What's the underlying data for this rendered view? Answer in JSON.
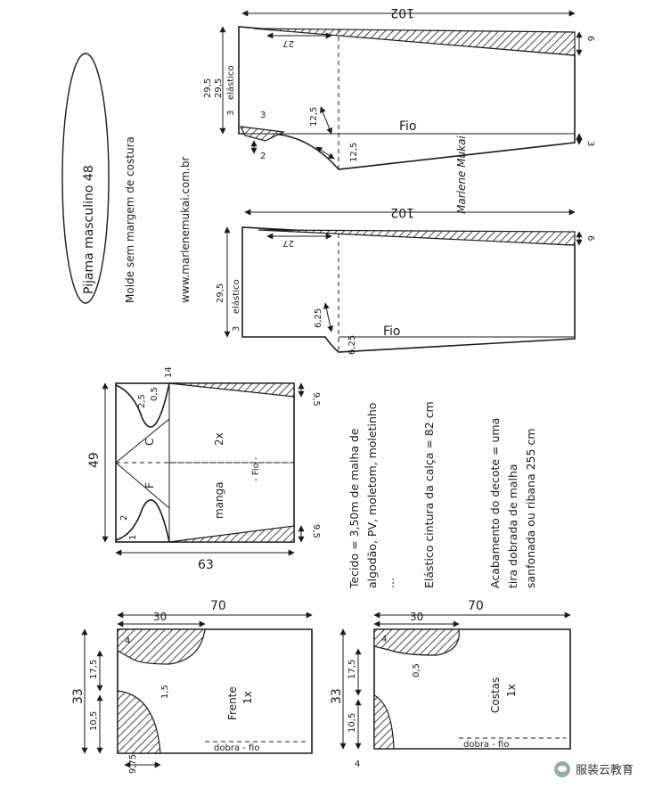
{
  "title": {
    "name": "Pijama masculino 48",
    "subtitle": "Molde sem margem de costura",
    "site": "www.marlenemukai.com.br"
  },
  "pants_front": {
    "width": "102",
    "right_edge": "6",
    "waist_rise": "27",
    "elastic_top": "29,5",
    "elastic_mid": "29,5",
    "elastic_label": "elástico",
    "elastic_small": "3",
    "value_3_left": "3",
    "value_2": "2",
    "crotch_depth": "12,5",
    "crotch_lower": "12,5",
    "grain": "Fio",
    "right_hem": "3"
  },
  "pants_back": {
    "width": "102",
    "right_edge": "6",
    "waist_rise": "27",
    "elastic_top": "29,5",
    "elastic_label": "elástico",
    "elastic_small": "3",
    "crotch_depth": "6,25",
    "crotch_lower": "6,25",
    "grain": "Fio"
  },
  "sleeve": {
    "height": "49",
    "width": "63",
    "top_right": "14",
    "side_right_top": "9,5",
    "side_right_bottom": "9,5",
    "cap_1": "2,5",
    "cap_2": "0,5",
    "cap_3": "2",
    "back_marker": "C",
    "front_marker": "F",
    "count": "2x",
    "grain": "- Fio -",
    "label": "manga",
    "corner": "1"
  },
  "front": {
    "length": "70",
    "shoulder": "30",
    "width": "33",
    "neck_w": "17,5",
    "neck_d": "10,5",
    "bottom": "9,75",
    "shoulder_drop": "4",
    "armhole_mark": "1,5",
    "label": "Frente",
    "count": "1x",
    "fold": "dobra - fio"
  },
  "back": {
    "length": "70",
    "shoulder": "30",
    "width": "33",
    "neck_w": "17,5",
    "neck_d": "10,5",
    "bottom": "4",
    "shoulder_drop": "4",
    "armhole_mark": "0,5",
    "label": "Costas",
    "count": "1x",
    "fold": "dobra - fio"
  },
  "notes": {
    "fabric": "Tecido = 3,50m de malha de algodão, PV, moletom, moletinho ...",
    "elastic": "Elástico cintura da calça = 82 cm",
    "finish": "Acabamento do decote = uma tira dobrada de malha sanfonada ou ribana 255 cm"
  },
  "signature": "Marlene Mukai",
  "watermark": "服装云教育"
}
